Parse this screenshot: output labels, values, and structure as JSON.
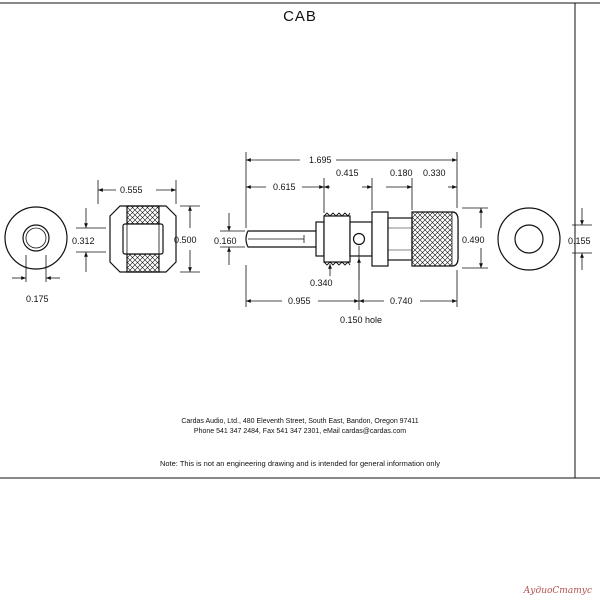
{
  "title": "CAB",
  "dimensions": {
    "overall": "1.695",
    "left_section": "0.615",
    "mid_section": "0.415",
    "small_section": "0.180",
    "right_section": "0.330",
    "nut_length": "0.555",
    "nut_bore": "0.312",
    "nut_diameter": "0.500",
    "washer_left_bore": "0.175",
    "pin_diameter": "0.160",
    "thread_diameter": "0.340",
    "body_diameter": "0.490",
    "washer_right_bore": "0.155",
    "lower_left": "0.955",
    "lower_right": "0.740",
    "hole": "0.150 hole"
  },
  "footer": {
    "address": "Cardas Audio, Ltd., 480 Eleventh Street, South East, Bandon, Oregon 97411",
    "contact": "Phone 541 347 2484, Fax 541 347 2301, eMail cardas@cardas.com",
    "note": "Note:  This is not an engineering drawing and is intended for general information only"
  },
  "watermark": "АудиоСтатус",
  "colors": {
    "line": "#111111",
    "watermark": "#b1524c"
  }
}
